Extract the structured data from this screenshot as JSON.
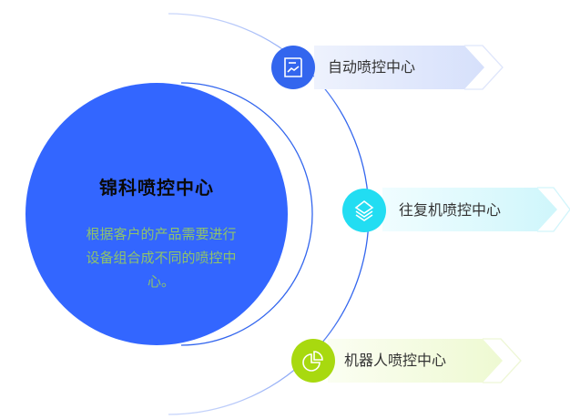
{
  "center": {
    "title": "锦科喷控中心",
    "description": "根据客户的产品需要进行设备组合成不同的喷控中心。",
    "fill_color": "#3366ff",
    "description_color": "#8fc36a"
  },
  "items": [
    {
      "label": "自动喷控中心",
      "icon": "line-chart-icon",
      "color": "#3366ee",
      "banner_color": "#d8e2fb"
    },
    {
      "label": "往复机喷控中心",
      "icon": "layers-icon",
      "color": "#22ddf2",
      "banner_color": "#d0f6fb"
    },
    {
      "label": "机器人喷控中心",
      "icon": "pie-chart-icon",
      "color": "#a8d90f",
      "banner_color": "#f0f9d5"
    }
  ]
}
